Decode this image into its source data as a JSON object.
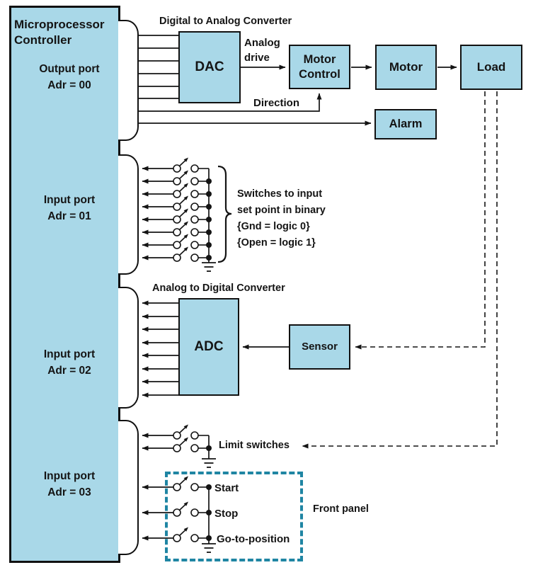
{
  "colors": {
    "box_fill": "#a9d8e8",
    "border": "#111111",
    "panel_teal": "#1f85a3",
    "text": "#141414"
  },
  "controller": {
    "title": "Microprocessor\nController",
    "ports": [
      {
        "label": "Output port\nAdr = 00"
      },
      {
        "label": "Input port\nAdr = 01"
      },
      {
        "label": "Input port\nAdr = 02"
      },
      {
        "label": "Input port\nAdr = 03"
      }
    ]
  },
  "blocks": {
    "dac": "DAC",
    "motor_control": "Motor\nControl",
    "motor": "Motor",
    "load": "Load",
    "alarm": "Alarm",
    "adc": "ADC",
    "sensor": "Sensor"
  },
  "labels": {
    "dac_header": "Digital to Analog Converter",
    "adc_header": "Analog to Digital Converter",
    "analog_drive": "Analog\ndrive",
    "direction": "Direction",
    "switch_note": "Switches to input\nset point in binary\n{Gnd = logic 0}\n{Open = logic 1}",
    "limit_switches": "Limit switches",
    "front_panel": "Front panel",
    "start": "Start",
    "stop": "Stop",
    "goto": "Go-to-position"
  }
}
